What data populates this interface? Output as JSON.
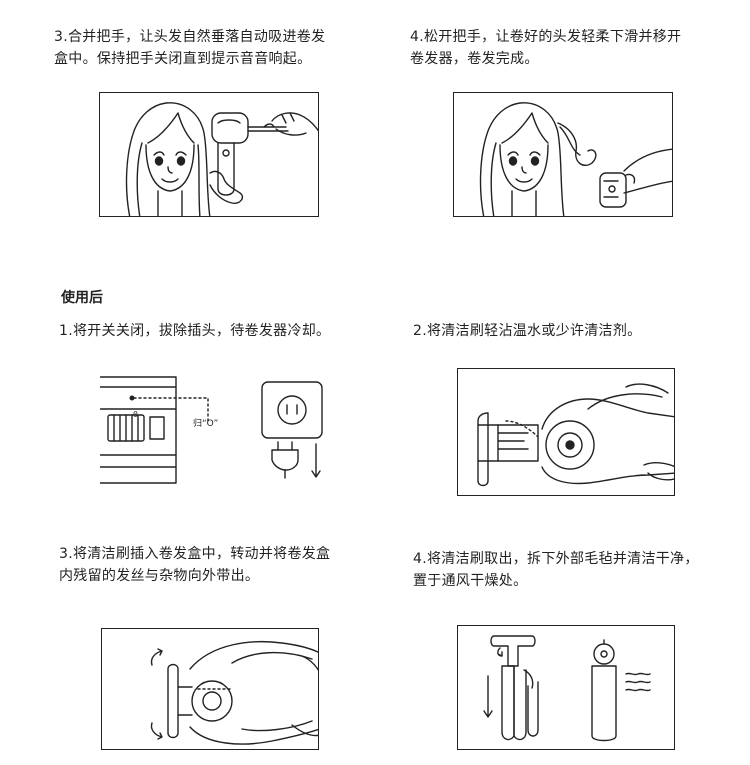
{
  "steps_top": [
    {
      "line1": "3.合并把手，让头发自然垂落自动吸进卷发",
      "line2": "盒中。保持把手关闭直到提示音音响起。",
      "illustration": "woman-hair-curler-closed"
    },
    {
      "line1": "4.松开把手，让卷好的头发轻柔下滑并移开",
      "line2": "卷发器，卷发完成。",
      "illustration": "woman-curl-released"
    }
  ],
  "section_title": "使用后",
  "steps_after": [
    {
      "line1": "1.将开关关闭，拔除插头，待卷发器冷却。",
      "illustration": "switch-and-socket"
    },
    {
      "line1": "2.将清洁刷轻沾温水或少许清洁剂。",
      "illustration": "brush-and-curler"
    },
    {
      "line1": "3.将清洁刷插入卷发盒中，转动并将卷发盒",
      "line2": "内残留的发丝与杂物向外带出。",
      "illustration": "brush-rotating-in-chamber"
    },
    {
      "line1": "4.将清洁刷取出，拆下外部毛毡并清洁干净，",
      "line2": "置于通风干燥处。",
      "illustration": "brush-felt-removed-dry"
    }
  ],
  "switch_label": "归“O”",
  "switch_mark": "0"
}
